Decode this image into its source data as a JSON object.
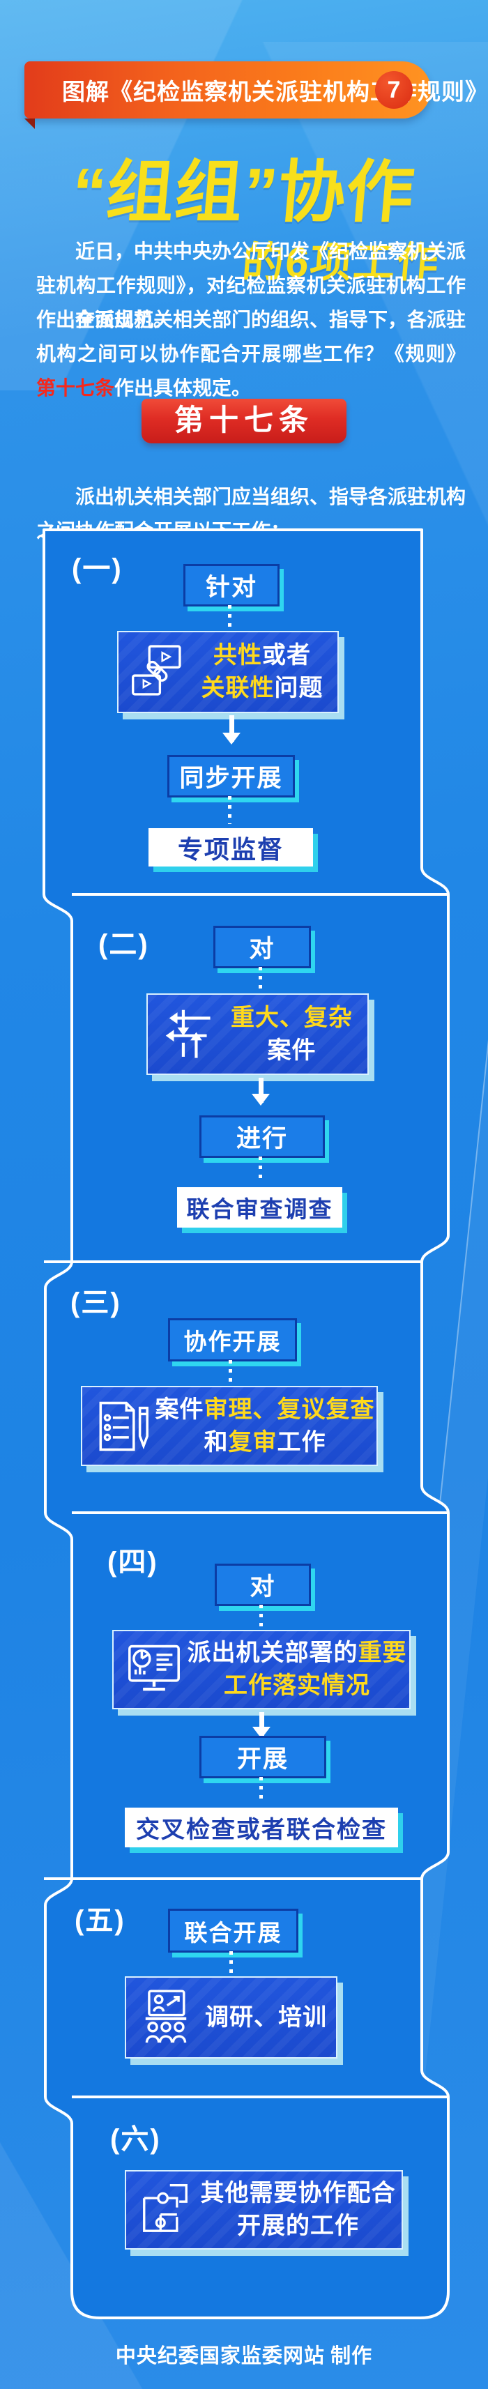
{
  "header": {
    "ribbon_label": "图解《纪检监察机关派驻机构工作规则》",
    "issue_number": "7",
    "title_line1": "“组组”协作",
    "title_line2": "的6项工作"
  },
  "intro": {
    "p1": "近日，中共中央办公厅印发《纪检监察机关派驻机构工作规则》，对纪检监察机关派驻机构工作作出全面规范。",
    "p2_before": "在派出机关相关部门的组织、指导下，各派驻机构之间可以协作配合开展哪些工作？《规则》",
    "p2_highlight": "第十七条",
    "p2_after": "作出具体规定。"
  },
  "article_banner": "第十七条",
  "lead": "派出机关相关部门应当组织、指导各派驻机构之间协作配合开展以下工作：",
  "cards": [
    {
      "num": "(一)",
      "icon": "link-frames-icon",
      "step1": "针对",
      "big": {
        "s1": "共性",
        "s2": "或者",
        "s3": "关联性",
        "s4": "问题"
      },
      "step2": "同步开展",
      "result": "专项监督"
    },
    {
      "num": "(二)",
      "icon": "crossing-arrows-icon",
      "step1": "对",
      "big": {
        "s1": "重大、复杂",
        "s2": "案件"
      },
      "step2": "进行",
      "result": "联合审查调查"
    },
    {
      "num": "(三)",
      "icon": "checklist-pencil-icon",
      "step1": "协作开展",
      "big": {
        "s1": "案件",
        "s2": "审理、复议复查",
        "s3": "和",
        "s4": "复审",
        "s5": "工作"
      }
    },
    {
      "num": "(四)",
      "icon": "monitor-chart-icon",
      "step1": "对",
      "big": {
        "s1": "派出机关部署的",
        "s2": "重要",
        "s3": "工作落实情况"
      },
      "step2": "开展",
      "result": "交叉检查或者联合检查"
    },
    {
      "num": "(五)",
      "icon": "training-presentation-icon",
      "step1": "联合开展",
      "big": {
        "s1": "调研、培训"
      }
    },
    {
      "num": "(六)",
      "icon": "puzzle-icon",
      "big": {
        "s1": "其他需要协作配合",
        "s2": "开展的工作"
      }
    }
  ],
  "footer": "中央纪委国家监委网站 制作",
  "colors": {
    "background_blue": "#2187e6",
    "card_blue": "#1478e0",
    "deep_box_blue": "#1d4fd4",
    "accent_yellow": "#ffd91c",
    "banner_red": "#d8281e",
    "ribbon_orange": "#f3611c",
    "cyan_shadow": "#2fd6f0",
    "white": "#ffffff"
  }
}
